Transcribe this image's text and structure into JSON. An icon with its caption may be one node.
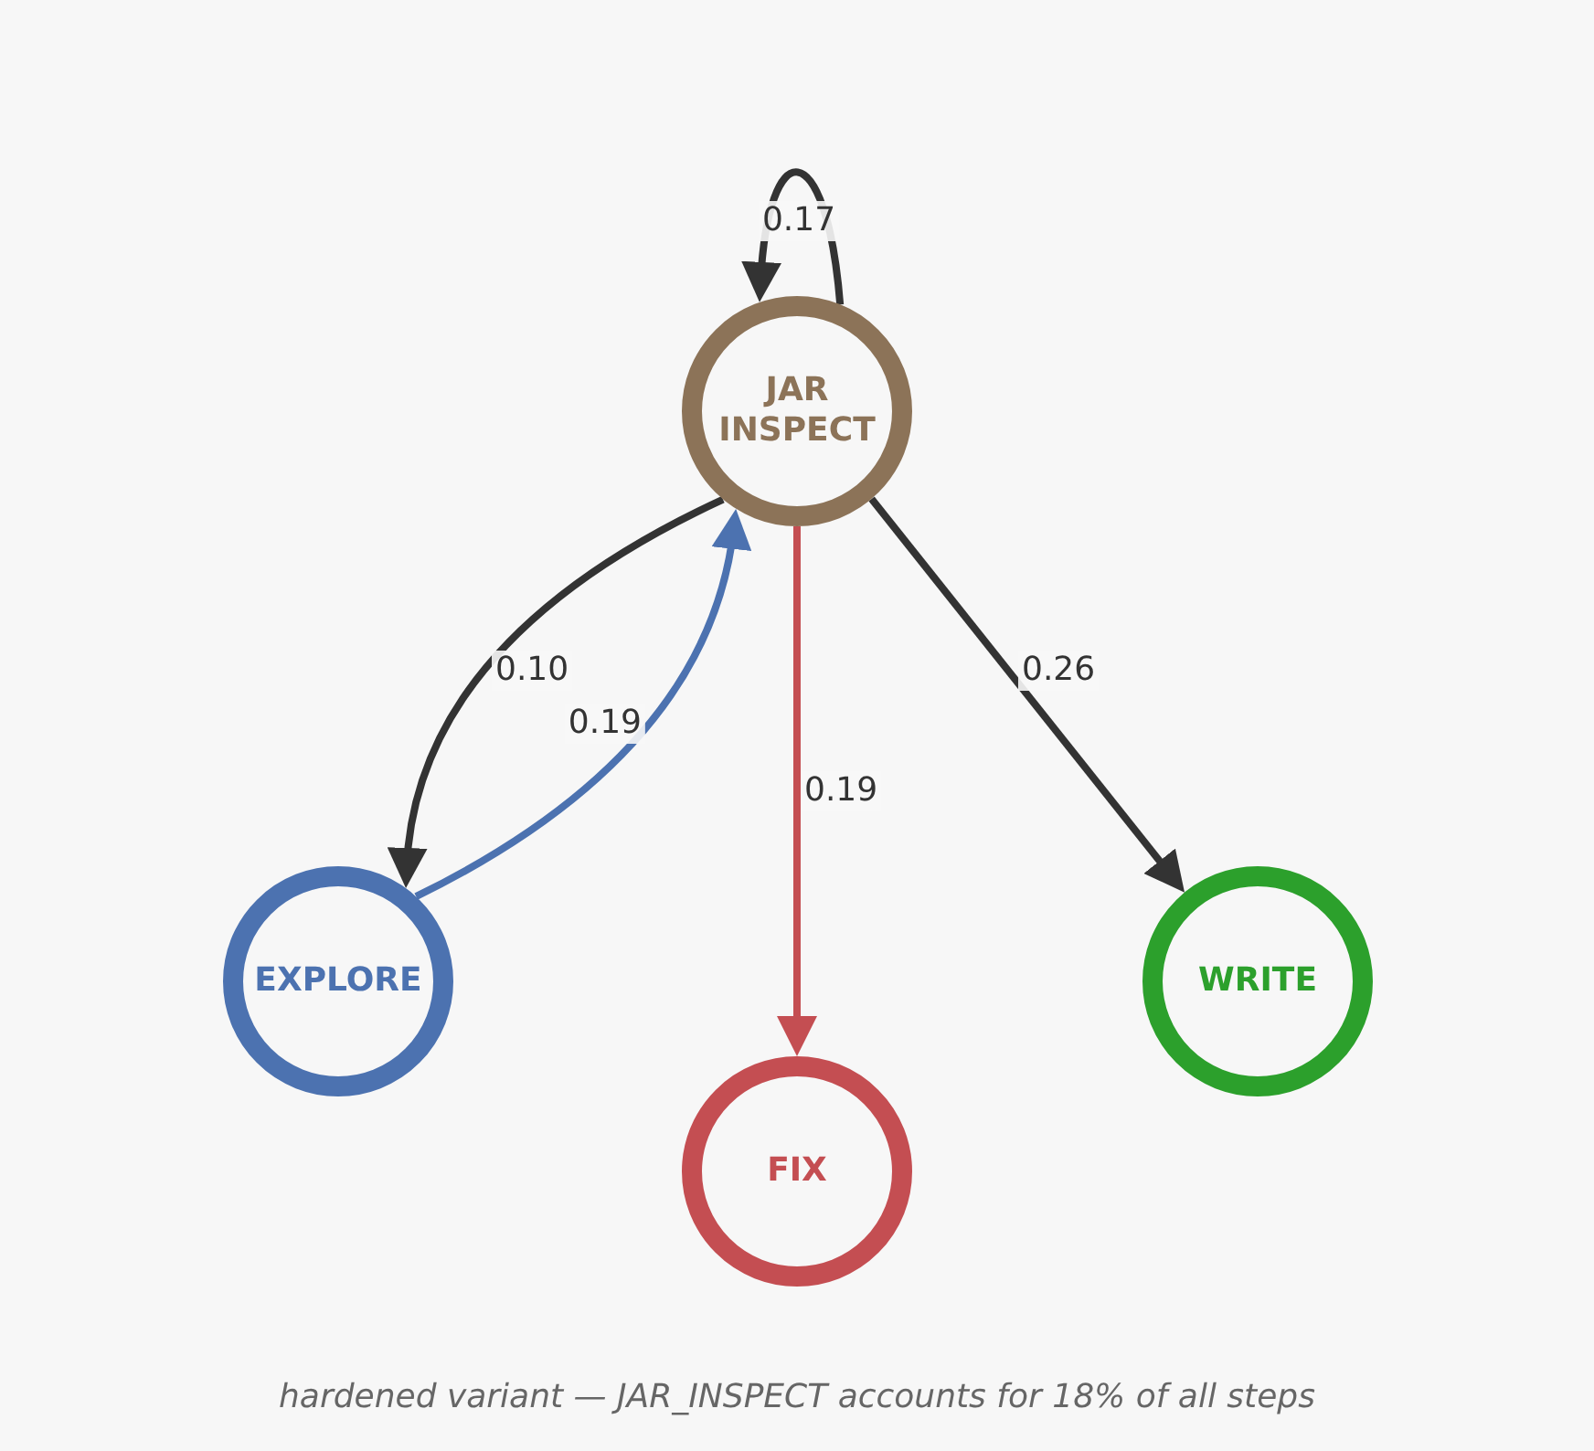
{
  "diagram": {
    "nodes": [
      {
        "text": [
          "JAR INSPECT"
        ]
      },
      {
        "text": [
          "EXPLORE"
        ]
      },
      {
        "text": [
          "FIX"
        ]
      },
      {
        "text": [
          "WRITE"
        ]
      }
    ],
    "edges": [
      {
        "from": 0,
        "to": 0,
        "arrow": "to",
        "label": "0.17"
      },
      {
        "from": 0,
        "to": 1,
        "arrow": "to",
        "label": "0.10"
      },
      {
        "from": 1,
        "to": 0,
        "arrow": "to",
        "label": "0.19",
        "color": "#4c72b0"
      },
      {
        "from": 0,
        "to": 2,
        "arrow": "to",
        "label": "0.19",
        "color": "#c44e52"
      },
      {
        "from": 0,
        "to": 3,
        "arrow": "to",
        "label": "0.26"
      }
    ],
    "caption": "hardened variant — JAR_INSPECT accounts for 18% of all steps"
  }
}
